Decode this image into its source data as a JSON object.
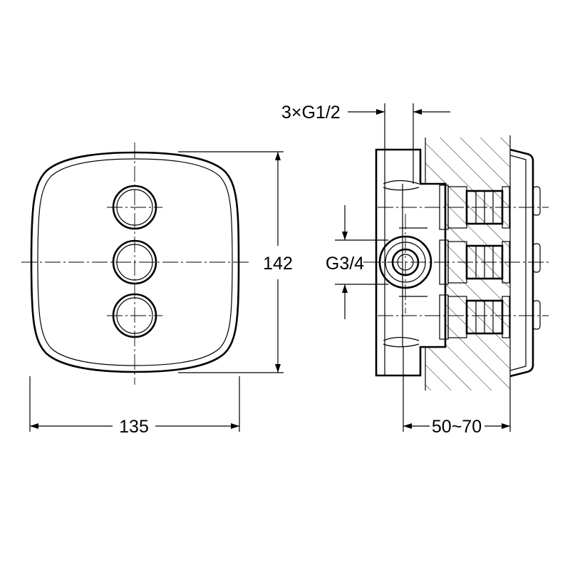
{
  "dimensions": {
    "front_width": "135",
    "front_height": "142",
    "side_depth": "50~70",
    "outlet_threads": "3×G1/2",
    "inlet_thread": "G3/4"
  }
}
